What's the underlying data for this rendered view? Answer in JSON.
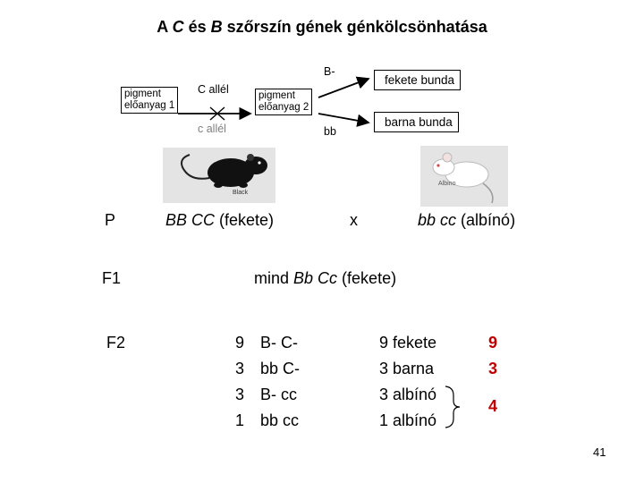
{
  "title": {
    "pre": "A ",
    "c": "C",
    "mid": " és ",
    "b": "B",
    "post": " szőrszín gének génkölcsönhatása"
  },
  "diagram": {
    "precursor1": [
      "pigment",
      "előanyag 1"
    ],
    "precursor2": [
      "pigment",
      "előanyag 2"
    ],
    "allele_C": "C allél",
    "allele_c": "c allél",
    "b_dom": "B-",
    "b_rec": "bb",
    "result_black": "fekete bunda",
    "result_brown": "barna bunda",
    "img_black_label": "Black",
    "img_albino_label": "Albino"
  },
  "cross": {
    "p_label": "P",
    "p_left": {
      "geno": "BB CC",
      "pheno": " (fekete)"
    },
    "cross_sign": "x",
    "p_right": {
      "geno": "bb cc",
      "pheno": " (albínó)"
    },
    "f1_label": "F1",
    "f1_pre": "mind ",
    "f1_geno": "Bb Cc",
    "f1_post": " (fekete)",
    "f2_label": "F2"
  },
  "f2": {
    "counts": [
      "9",
      "3",
      "3",
      "1"
    ],
    "genotypes": [
      "B- C-",
      "bb C-",
      "B- cc",
      "bb cc"
    ],
    "phenotypes": [
      "9 fekete",
      "3 barna",
      "3 albínó",
      "1 albínó"
    ],
    "ratios": [
      "9",
      "3",
      "4"
    ]
  },
  "page_number": "41"
}
